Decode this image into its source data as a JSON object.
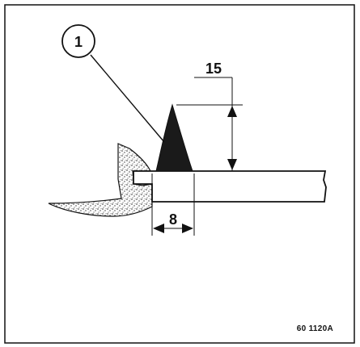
{
  "diagram": {
    "callout_label": "1",
    "dimension_height_label": "15",
    "dimension_width_label": "8",
    "reference_code": "60 1120A"
  },
  "colors": {
    "ink": "#111111",
    "bead": "#1a1a1a",
    "background": "#ffffff"
  }
}
